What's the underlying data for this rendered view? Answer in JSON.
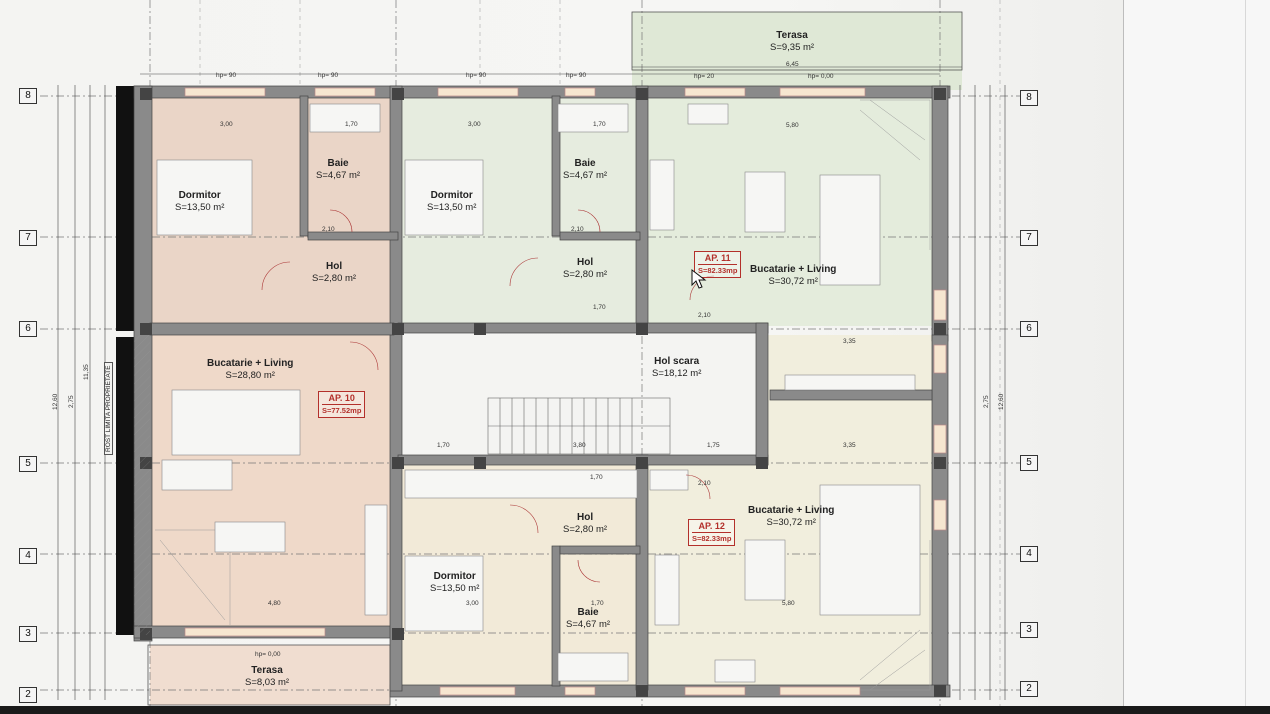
{
  "axes": [
    "8",
    "7",
    "6",
    "5",
    "4",
    "3",
    "2"
  ],
  "apartments": [
    {
      "label": "AP. 10",
      "area": "S=77.52mp"
    },
    {
      "label": "AP. 11",
      "area": "S=82.33mp"
    },
    {
      "label": "AP. 12",
      "area": "S=82.33mp"
    }
  ],
  "rooms": [
    {
      "name": "Terasa",
      "area": "S=9,35 m²"
    },
    {
      "name": "Dormitor",
      "area": "S=13,50 m²"
    },
    {
      "name": "Baie",
      "area": "S=4,67 m²"
    },
    {
      "name": "Dormitor",
      "area": "S=13,50 m²"
    },
    {
      "name": "Baie",
      "area": "S=4,67 m²"
    },
    {
      "name": "Hol",
      "area": "S=2,80 m²"
    },
    {
      "name": "Hol",
      "area": "S=2,80 m²"
    },
    {
      "name": "Bucatarie + Living",
      "area": "S=30,72 m²"
    },
    {
      "name": "Bucatarie + Living",
      "area": "S=28,80 m²"
    },
    {
      "name": "Hol scara",
      "area": "S=18,12 m²"
    },
    {
      "name": "Hol",
      "area": "S=2,80 m²"
    },
    {
      "name": "Bucatarie + Living",
      "area": "S=30,72 m²"
    },
    {
      "name": "Dormitor",
      "area": "S=13,50 m²"
    },
    {
      "name": "Baie",
      "area": "S=4,67 m²"
    },
    {
      "name": "Terasa",
      "area": "S=8,03 m²"
    }
  ],
  "side_label": "ROST LIMITA PROPRIETATE",
  "dims": [
    "hp= 90",
    "hp= 90",
    "hp= 90",
    "hp= 90",
    "hp= 20",
    "hp= 0,00",
    "3,00",
    "1,70",
    "3,00",
    "1,70",
    "5,80",
    "6,45",
    "1,70",
    "3,80",
    "1,75",
    "3,35",
    "3,35",
    "4,80",
    "3,00",
    "1,70",
    "5,80",
    "hp= 0,00",
    "2,10",
    "2,10",
    "2,10",
    "2,10",
    "1,70",
    "1,70",
    "12,60",
    "11,35",
    "2,75",
    "12,60",
    "2,75"
  ]
}
